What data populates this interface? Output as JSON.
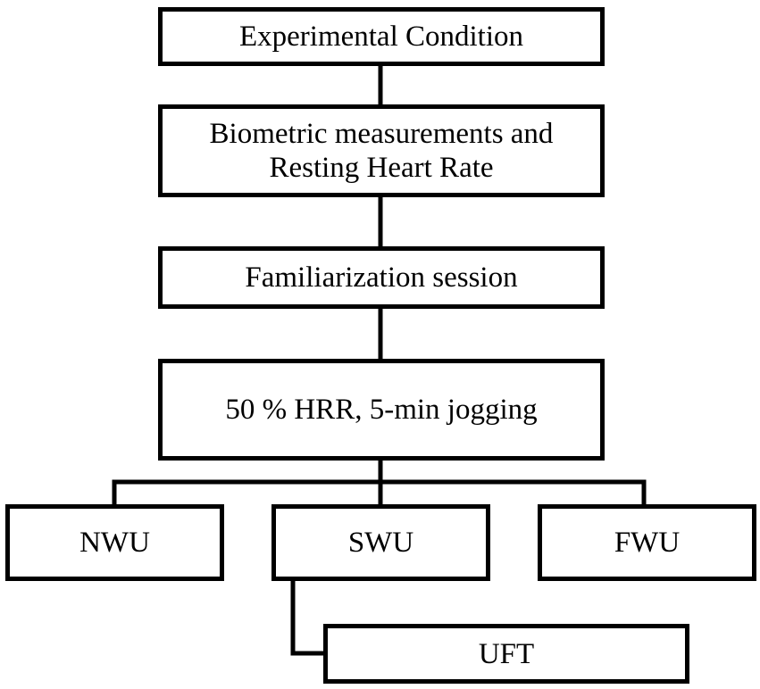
{
  "diagram": {
    "nodes": {
      "condition": {
        "lines": [
          "Experimental Condition"
        ]
      },
      "biometric": {
        "lines": [
          "Biometric measurements and",
          "Resting Heart Rate"
        ]
      },
      "familiarization": {
        "lines": [
          "Familiarization session"
        ]
      },
      "jogging": {
        "lines": [
          "50 % HRR, 5-min jogging"
        ]
      },
      "nwu": {
        "lines": [
          "NWU"
        ]
      },
      "swu": {
        "lines": [
          "SWU"
        ]
      },
      "fwu": {
        "lines": [
          "FWU"
        ]
      },
      "uft": {
        "lines": [
          "UFT"
        ]
      }
    },
    "edges": [
      {
        "from": "condition",
        "to": "biometric"
      },
      {
        "from": "biometric",
        "to": "familiarization"
      },
      {
        "from": "familiarization",
        "to": "jogging"
      },
      {
        "from": "jogging",
        "to": "nwu"
      },
      {
        "from": "jogging",
        "to": "swu"
      },
      {
        "from": "jogging",
        "to": "fwu"
      },
      {
        "from": "swu",
        "to": "uft"
      }
    ],
    "colors": {
      "stroke": "#000000",
      "fill": "#ffffff",
      "text": "#000000"
    }
  }
}
